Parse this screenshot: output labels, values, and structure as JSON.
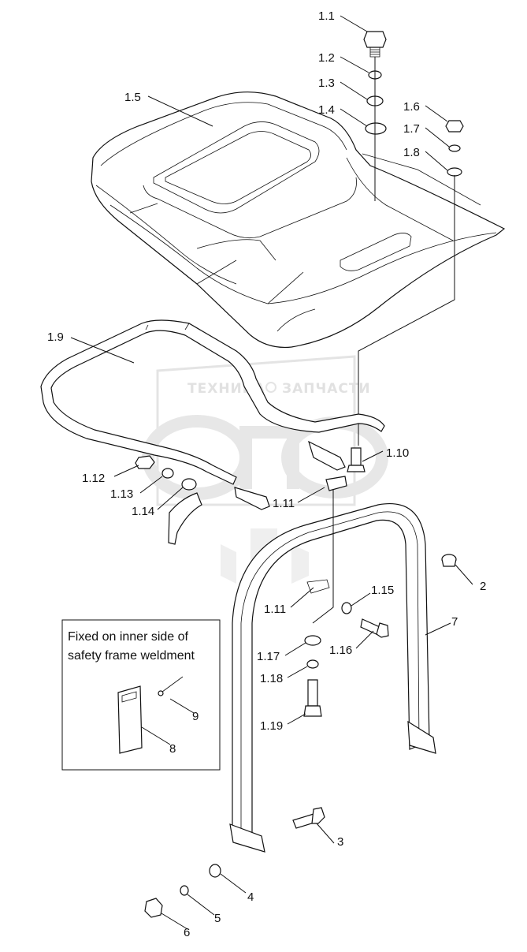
{
  "watermark": {
    "left_text": "ТЕХНИКА",
    "right_text": "ЗАПЧАСТИ"
  },
  "note": {
    "line1": "Fixed on inner side of",
    "line2": "safety frame weldment"
  },
  "labels": {
    "l1_1": "1.1",
    "l1_2": "1.2",
    "l1_3": "1.3",
    "l1_4": "1.4",
    "l1_5": "1.5",
    "l1_6": "1.6",
    "l1_7": "1.7",
    "l1_8": "1.8",
    "l1_9": "1.9",
    "l1_10": "1.10",
    "l1_11a": "1.11",
    "l1_11b": "1.11",
    "l1_12": "1.12",
    "l1_13": "1.13",
    "l1_14": "1.14",
    "l1_15": "1.15",
    "l1_16": "1.16",
    "l1_17": "1.17",
    "l1_18": "1.18",
    "l1_19": "1.19",
    "l2": "2",
    "l3": "3",
    "l4": "4",
    "l5": "5",
    "l6": "6",
    "l7": "7",
    "l8": "8",
    "l9": "9"
  }
}
